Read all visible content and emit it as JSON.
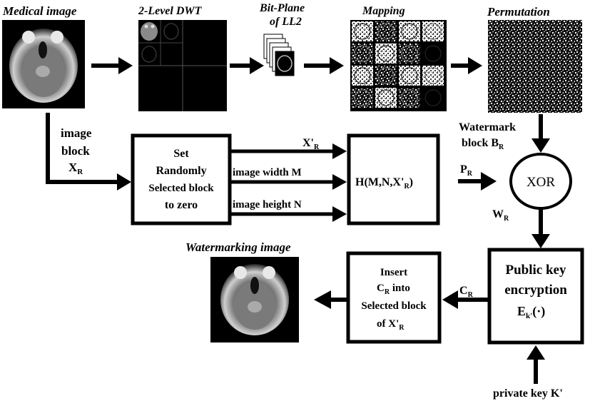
{
  "labels": {
    "medical_image": "Medical image",
    "dwt": "2-Level DWT",
    "bitplane_line1": "Bit-Plane",
    "bitplane_line2": "of LL2",
    "mapping": "Mapping",
    "permutation": "Permutation",
    "image_block_line1": "image",
    "image_block_line2": "block",
    "image_block_line3": "X",
    "image_block_sub": "R",
    "watermark_line1": "Watermark",
    "watermark_line2": "block B",
    "watermark_sub": "R",
    "watermarking_image": "Watermarking image",
    "private_key": "private key K'"
  },
  "boxes": {
    "set_random_line1": "Set",
    "set_random_line2": "Randomly",
    "set_random_line3": "Selected block",
    "set_random_line4": "to zero",
    "hash": "H(M,N,X'",
    "hash_sub": "R",
    "hash_close": ")",
    "xor": "XOR",
    "pubkey_line1": "Public key",
    "pubkey_line2": "encryption",
    "pubkey_line3": "E",
    "pubkey_sub": "k'",
    "pubkey_tail": "(·)",
    "insert_line1": "Insert",
    "insert_line2": "C",
    "insert_line2_sub": "R",
    "insert_line2_tail": " into",
    "insert_line3": "Selected block",
    "insert_line4": "of  X'",
    "insert_line4_sub": "R"
  },
  "arrow_labels": {
    "x_r": "X'",
    "x_r_sub": "R",
    "width": "image width M",
    "height": "image height N",
    "p_r": "P",
    "p_r_sub": "R",
    "w_r": "W",
    "w_r_sub": "R",
    "c_r": "C",
    "c_r_sub": "R"
  }
}
